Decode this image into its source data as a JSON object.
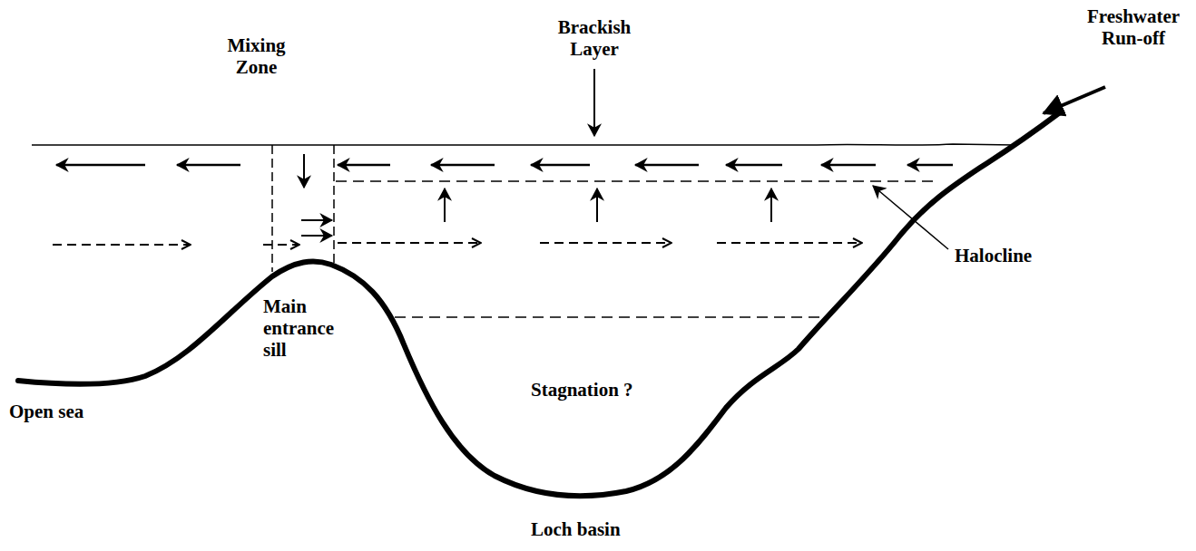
{
  "diagram": {
    "labels": [
      "Brackish Layer",
      "Freshwater Run-off",
      "Mixing Zone",
      "Halocline",
      "Main entrance sill",
      "Stagnation ?",
      "Open sea",
      "Loch basin"
    ]
  }
}
